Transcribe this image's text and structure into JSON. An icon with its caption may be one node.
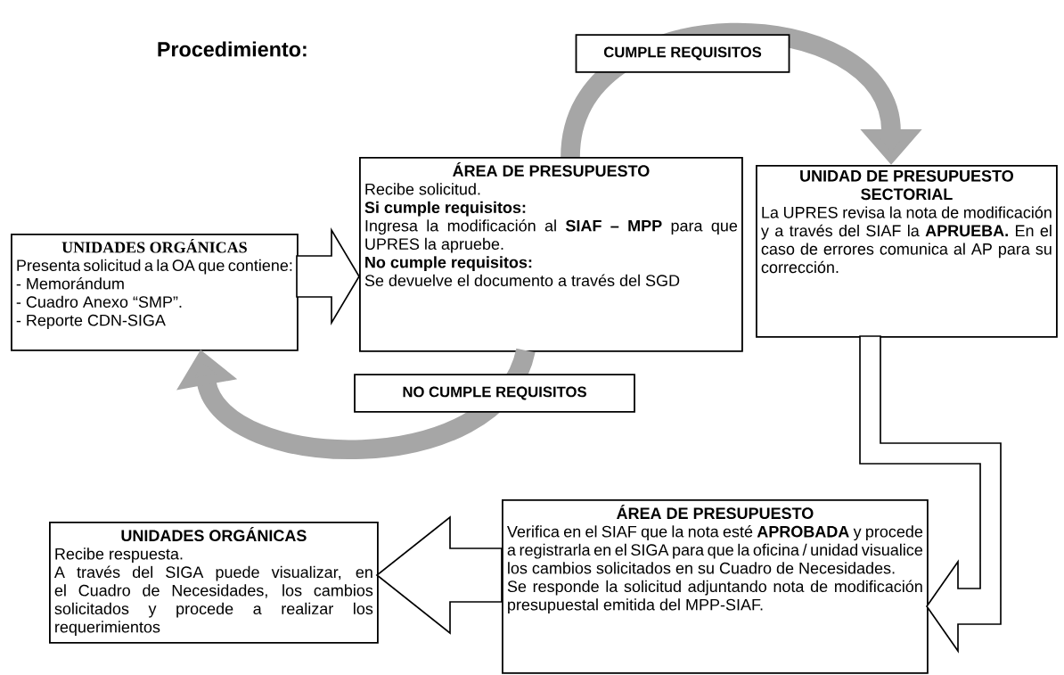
{
  "diagram": {
    "title": "Procedimiento:",
    "nodes": [
      {
        "text": [
          "UNIDADES ORGÁNICAS",
          "Presenta solicitud a la OA que contiene:",
          "- Memorándum",
          "- Cuadro Anexo “SMP”.",
          "- Reporte CDN-SIGA"
        ]
      },
      {
        "text": [
          "ÁREA DE PRESUPUESTO",
          "Recibe solicitud.",
          "Si cumple requisitos:",
          "Ingresa la modificación al **SIAF – MPP** para que UPRES la apruebe.",
          "No cumple requisitos:",
          "Se devuelve el documento a través del SGD"
        ]
      },
      {
        "text": [
          "UNIDAD DE PRESUPUESTO SECTORIAL",
          "La UPRES revisa la nota de modificación y a través del SIAF la **APRUEBA.** En el caso de errores comunica al AP para su corrección."
        ]
      },
      {
        "text": [
          "ÁREA DE PRESUPUESTO",
          "Verifica en el SIAF que la nota esté **APROBADA** y procede a registrarla en el SIGA para que la oficina / unidad visualice los cambios solicitados en su Cuadro de Necesidades.",
          "Se responde la solicitud adjuntando nota de modificación presupuestal emitida del MPP-SIAF."
        ]
      },
      {
        "text": [
          "UNIDADES ORGÁNICAS",
          "Recibe respuesta.",
          "A través del SIGA puede visualizar, en el Cuadro de Necesidades, los cambios solicitados y procede a realizar los requerimientos"
        ]
      }
    ],
    "edges": [
      {
        "from": 0,
        "to": 1,
        "arrow": "to"
      },
      {
        "from": 1,
        "to": 2,
        "arrow": "to",
        "label": "CUMPLE REQUISITOS",
        "color": "#a6a6a6"
      },
      {
        "from": 2,
        "to": 3,
        "arrow": "to"
      },
      {
        "from": 3,
        "to": 4,
        "arrow": "to"
      },
      {
        "from": 1,
        "to": 0,
        "arrow": "to",
        "label": "NO CUMPLE REQUISITOS",
        "color": "#a6a6a6"
      }
    ]
  }
}
